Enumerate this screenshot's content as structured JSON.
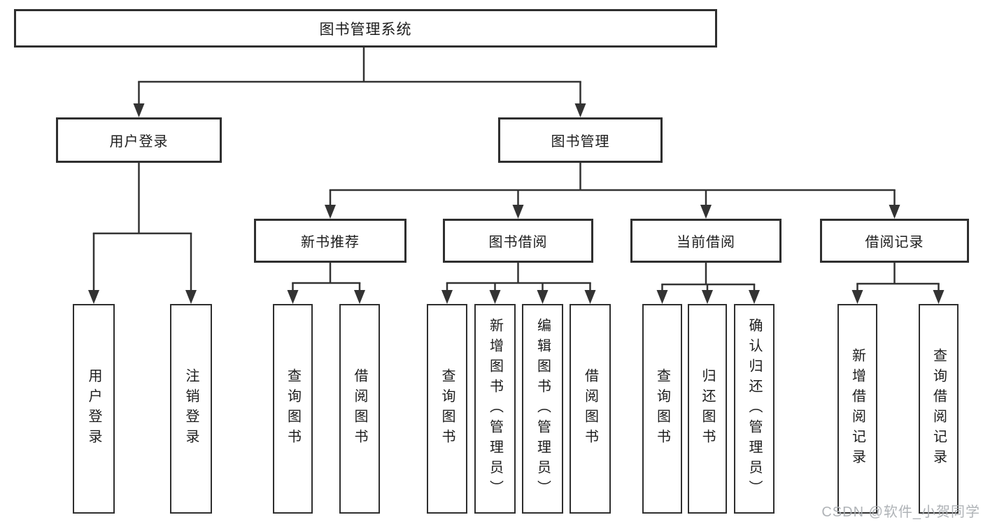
{
  "colors": {
    "line": "#333333",
    "box_border": "#2f2f2f",
    "text": "#1c1c1c",
    "watermark": "#a9adb1",
    "background": "#ffffff"
  },
  "tree": {
    "label": "图书管理系统",
    "children": [
      {
        "label": "用户登录",
        "children": [
          {
            "label": "用户登录"
          },
          {
            "label": "注销登录"
          }
        ]
      },
      {
        "label": "图书管理",
        "children": [
          {
            "label": "新书推荐",
            "children": [
              {
                "label": "查询图书"
              },
              {
                "label": "借阅图书"
              }
            ]
          },
          {
            "label": "图书借阅",
            "children": [
              {
                "label": "查询图书"
              },
              {
                "label": "新增图书（管理员）"
              },
              {
                "label": "编辑图书（管理员）"
              },
              {
                "label": "借阅图书"
              }
            ]
          },
          {
            "label": "当前借阅",
            "children": [
              {
                "label": "查询图书"
              },
              {
                "label": "归还图书"
              },
              {
                "label": "确认归还（管理员）"
              }
            ]
          },
          {
            "label": "借阅记录",
            "children": [
              {
                "label": "新增借阅记录"
              },
              {
                "label": "查询借阅记录"
              }
            ]
          }
        ]
      }
    ]
  },
  "watermark": {
    "text": "CSDN @软件_小贺同学"
  }
}
